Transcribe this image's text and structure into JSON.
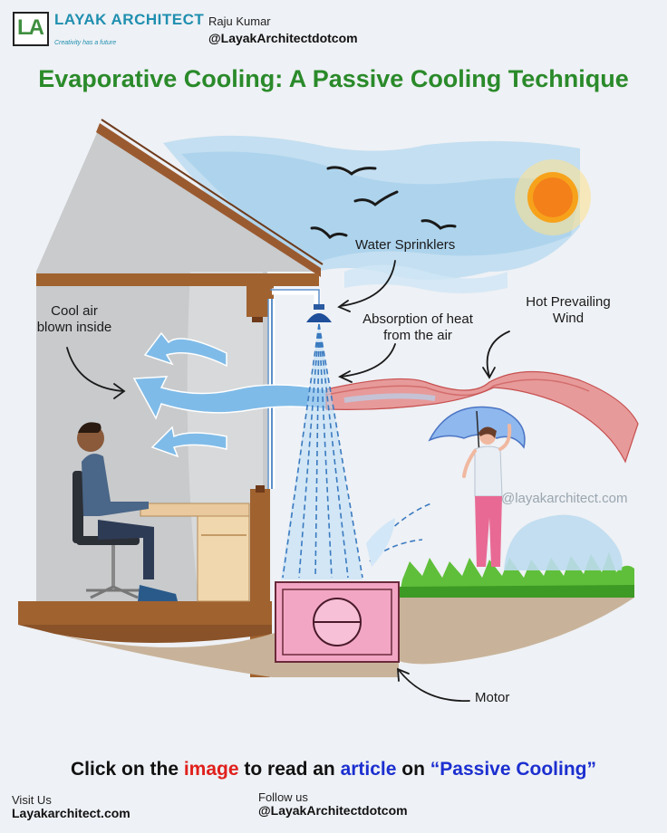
{
  "branding": {
    "logo_text": "LAYAK ARCHITECT",
    "logo_tagline": "Creativity has a future",
    "author_name": "Raju Kumar",
    "author_handle": "@LayakArchitectdotcom"
  },
  "title": "Evaporative Cooling: A Passive Cooling Technique",
  "labels": {
    "water_sprinklers": "Water Sprinklers",
    "cool_air_line1": "Cool air",
    "cool_air_line2": "blown inside",
    "absorption_line1": "Absorption of heat",
    "absorption_line2": "from the air",
    "hot_wind_line1": "Hot Prevailing",
    "hot_wind_line2": "Wind",
    "motor": "Motor"
  },
  "watermark": "@layakarchitect.com",
  "cta": {
    "part1": "Click on the ",
    "part2": "image",
    "part3": " to read an ",
    "part4": "article",
    "part5": " on ",
    "part6": "“Passive Cooling”"
  },
  "footer": {
    "visit_label": "Visit Us",
    "visit_site": "Layakarchitect.com",
    "follow_label": "Follow us",
    "follow_handle": "@LayakArchitectdotcom"
  },
  "colors": {
    "title_green": "#2a8a2a",
    "cta_red": "#e0201c",
    "cta_blue": "#1c2fd0",
    "cool_air": "#5aa8e0",
    "hot_wind": "#d86060"
  }
}
